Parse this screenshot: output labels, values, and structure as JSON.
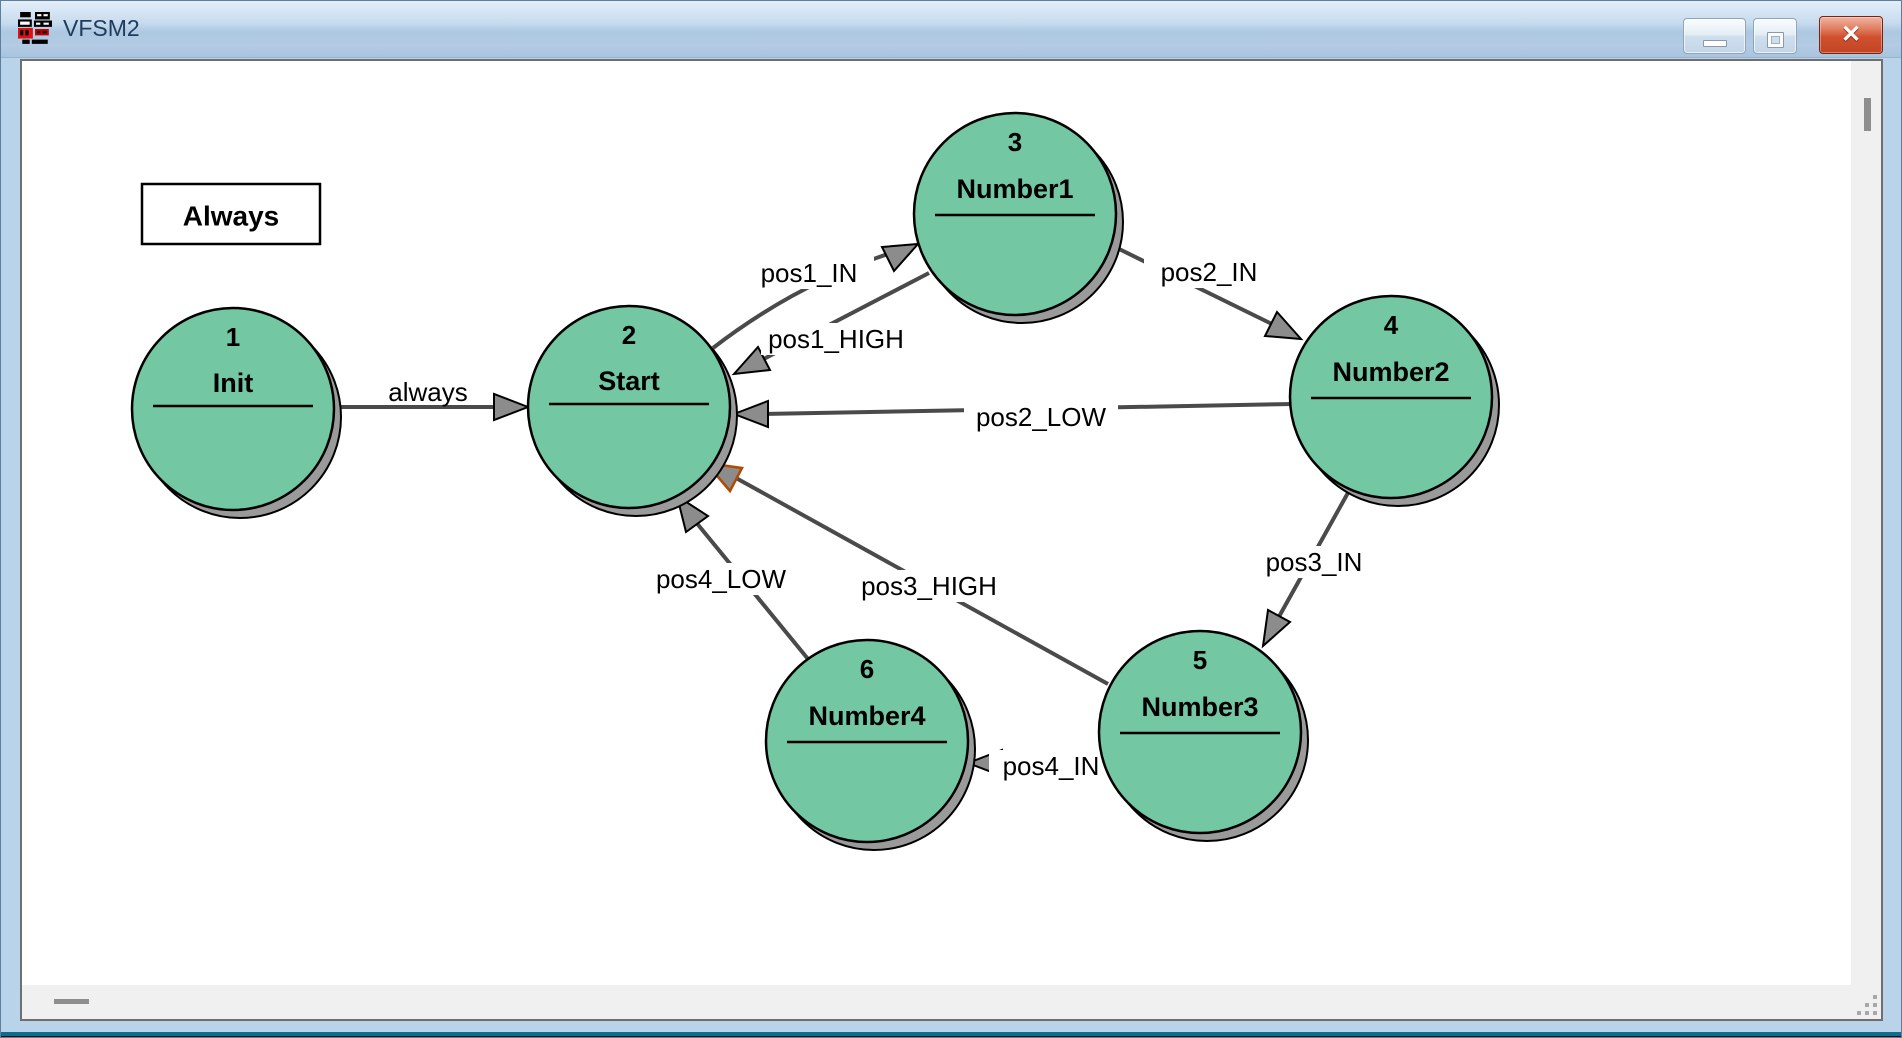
{
  "window": {
    "title": "VFSM2"
  },
  "canvas": {
    "always_box": "Always",
    "states": [
      {
        "number": "1",
        "name": "Init"
      },
      {
        "number": "2",
        "name": "Start"
      },
      {
        "number": "3",
        "name": "Number1"
      },
      {
        "number": "4",
        "name": "Number2"
      },
      {
        "number": "5",
        "name": "Number3"
      },
      {
        "number": "6",
        "name": "Number4"
      }
    ],
    "transitions": [
      {
        "label": "always",
        "from": "Init",
        "to": "Start"
      },
      {
        "label": "pos1_IN",
        "from": "Start",
        "to": "Number1"
      },
      {
        "label": "pos1_HIGH",
        "from": "Number1",
        "to": "Start"
      },
      {
        "label": "pos2_IN",
        "from": "Number1",
        "to": "Number2"
      },
      {
        "label": "pos2_LOW",
        "from": "Number2",
        "to": "Start"
      },
      {
        "label": "pos3_IN",
        "from": "Number2",
        "to": "Number3"
      },
      {
        "label": "pos3_HIGH",
        "from": "Number3",
        "to": "Start"
      },
      {
        "label": "pos4_LOW",
        "from": "Number4",
        "to": "Start"
      },
      {
        "label": "pos4_IN",
        "from": "Number3",
        "to": "Number4"
      }
    ]
  },
  "colors": {
    "state_fill": "#74c7a3",
    "state_shadow": "#9a9a9a",
    "transition_line": "#4a4a4a",
    "arrowhead_fill": "#8c8c8c",
    "arrowhead_special_outline": "#b04a00",
    "titlebar_text": "#1e3c5c",
    "close_button": "#d1512f",
    "frame": "#b9d4ea",
    "bottom_edge": "#0d6e8c"
  }
}
